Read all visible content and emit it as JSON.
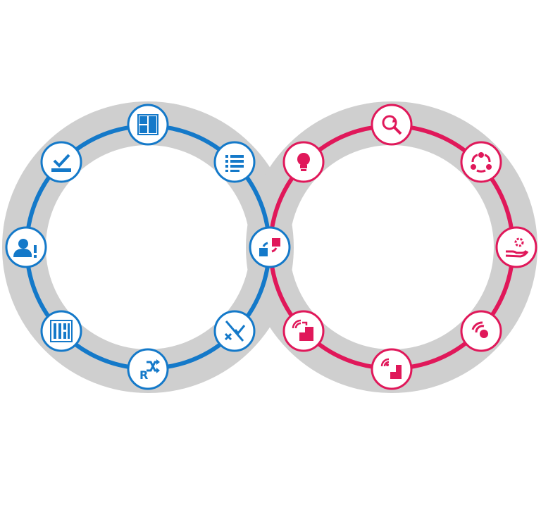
{
  "colors": {
    "band": "#cfcfcf",
    "blue": "#1479c9",
    "pink": "#e0185a",
    "background": "#ffffff"
  },
  "loops": [
    {
      "id": "left-loop",
      "color": "blue",
      "nodes": [
        {
          "name": "dashboard-icon",
          "label": ""
        },
        {
          "name": "checklist-icon",
          "label": ""
        },
        {
          "name": "integration-icon",
          "label": ""
        },
        {
          "name": "test-icon",
          "label": ""
        },
        {
          "name": "release-icon",
          "label": "R"
        },
        {
          "name": "board-icon",
          "label": ""
        },
        {
          "name": "user-alert-icon",
          "label": ""
        },
        {
          "name": "approve-icon",
          "label": ""
        }
      ]
    },
    {
      "id": "right-loop",
      "color": "pink",
      "nodes": [
        {
          "name": "search-refresh-icon",
          "label": ""
        },
        {
          "name": "team-icon",
          "label": ""
        },
        {
          "name": "service-hand-icon",
          "label": ""
        },
        {
          "name": "signal-dot-icon",
          "label": ""
        },
        {
          "name": "signal-step-icon",
          "label": ""
        },
        {
          "name": "signal-stack-icon",
          "label": ""
        },
        {
          "name": "idea-bulb-icon",
          "label": ""
        }
      ]
    }
  ]
}
